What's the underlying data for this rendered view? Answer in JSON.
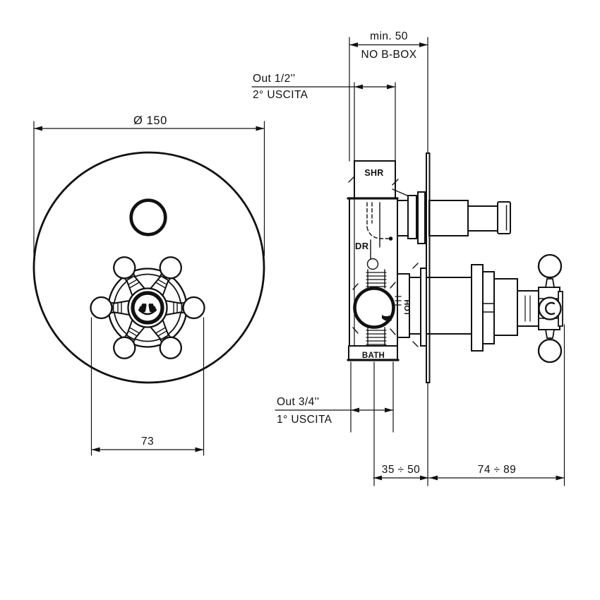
{
  "front_view": {
    "diameter_label": "Ø 150",
    "handle_width_label": "73"
  },
  "side_view": {
    "min_depth_label": "min. 50",
    "box_note_label": "NO B-BOX",
    "outlet_2_size": "Out 1/2''",
    "outlet_2_name": "2° USCITA",
    "outlet_1_size": "Out 3/4''",
    "outlet_1_name": "1° USCITA",
    "recess_depth_range": "35 ÷ 50",
    "protrusion_range": "74 ÷ 89",
    "ports": {
      "shower": "SHR",
      "drain": "DR",
      "hot": "HOT",
      "bath": "BATH"
    }
  },
  "colors": {
    "line": "#111111",
    "background": "#ffffff"
  }
}
